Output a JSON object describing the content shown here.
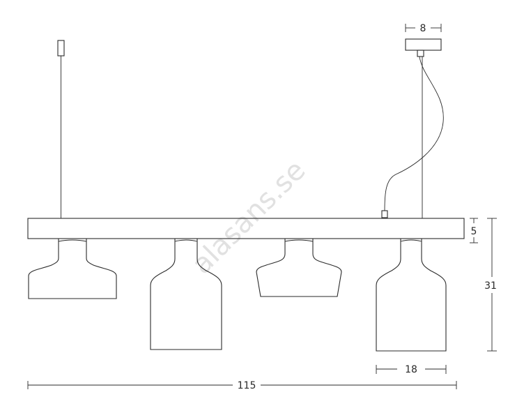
{
  "dimensions": {
    "ceiling_cup_width": "8",
    "bar_height": "5",
    "total_height": "31",
    "shade_width": "18",
    "total_width": "115"
  },
  "watermark": {
    "text": "alasans.se"
  }
}
